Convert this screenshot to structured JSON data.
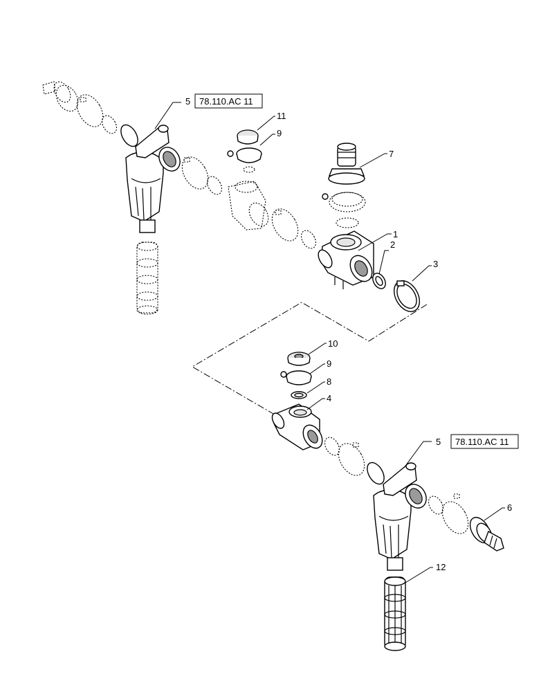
{
  "diagram": {
    "callouts": [
      {
        "id": "c1",
        "label": "1"
      },
      {
        "id": "c2",
        "label": "2"
      },
      {
        "id": "c3",
        "label": "3"
      },
      {
        "id": "c4",
        "label": "4"
      },
      {
        "id": "c5a",
        "label": "5"
      },
      {
        "id": "c5b",
        "label": "5"
      },
      {
        "id": "c6",
        "label": "6"
      },
      {
        "id": "c7",
        "label": "7"
      },
      {
        "id": "c8",
        "label": "8"
      },
      {
        "id": "c9a",
        "label": "9"
      },
      {
        "id": "c9b",
        "label": "9"
      },
      {
        "id": "c10",
        "label": "10"
      },
      {
        "id": "c11",
        "label": "11"
      },
      {
        "id": "c12",
        "label": "12"
      }
    ],
    "references": [
      {
        "id": "ref-top",
        "label": "78.110.AC 11"
      },
      {
        "id": "ref-bottom",
        "label": "78.110.AC 11"
      }
    ]
  }
}
